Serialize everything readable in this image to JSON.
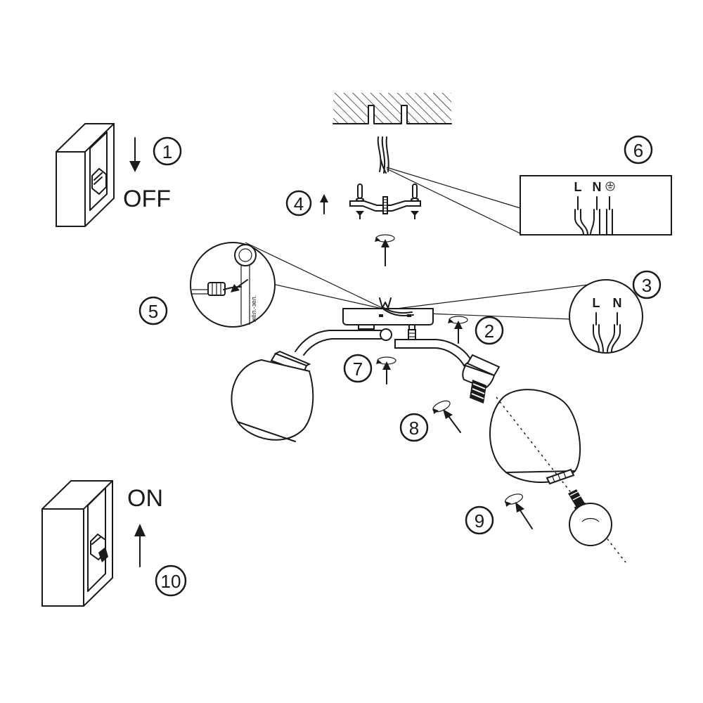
{
  "steps": [
    {
      "number": "1"
    },
    {
      "number": "2"
    },
    {
      "number": "3"
    },
    {
      "number": "4"
    },
    {
      "number": "5"
    },
    {
      "number": "6"
    },
    {
      "number": "7"
    },
    {
      "number": "8"
    },
    {
      "number": "9"
    },
    {
      "number": "10"
    }
  ],
  "switch_off": {
    "label": "OFF"
  },
  "switch_on": {
    "label": "ON"
  },
  "terminal_block_step6": {
    "live": "L",
    "neutral": "N",
    "ground_icon": "ground-icon"
  },
  "terminal_block_step3": {
    "live": "L",
    "neutral": "N"
  },
  "wire_label": "жёл.-зел."
}
